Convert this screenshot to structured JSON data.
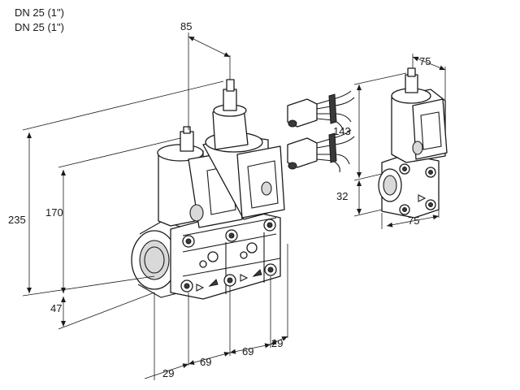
{
  "header": {
    "line1": "DN 25 (1\")",
    "line2": "DN 25 (1\")"
  },
  "dimensions": {
    "top_width": "85",
    "overall_height": "235",
    "body_height": "170",
    "bottom_offset": "47",
    "spacing_a": "29",
    "spacing_b": "69",
    "spacing_c": "69",
    "spacing_d": "29",
    "side_width_top": "75",
    "side_height": "143",
    "side_base": "32",
    "side_width_bottom": "75"
  }
}
